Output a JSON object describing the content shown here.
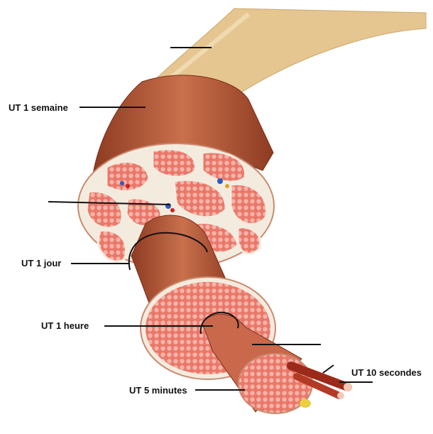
{
  "labels": {
    "week": "UT 1 semaine",
    "day": "UT 1 jour",
    "hour": "UT 1 heure",
    "minutes": "UT 5 minutes",
    "seconds": "UT 10 secondes"
  },
  "colors": {
    "tendon": "#e6c690",
    "muscle": "#b85a3a",
    "fascicle": "#e9786a",
    "connective": "#f4ebdf",
    "fiber": "#9b2a1a",
    "line": "#111111"
  }
}
